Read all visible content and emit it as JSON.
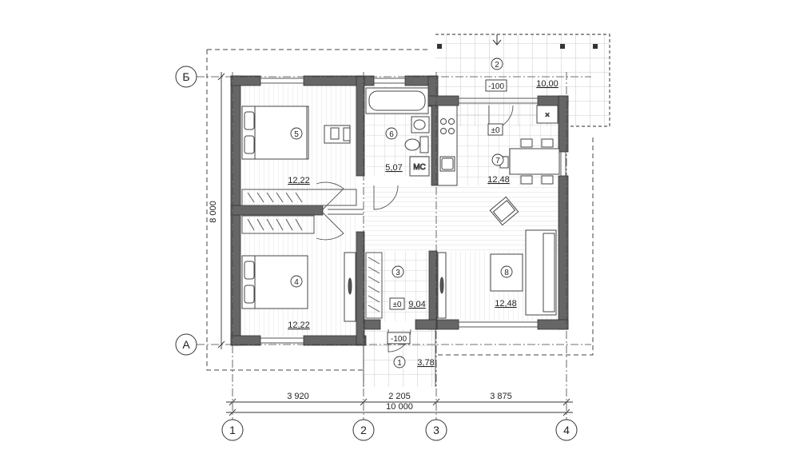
{
  "axes": {
    "horizontal": [
      "Б",
      "А"
    ],
    "vertical": [
      "1",
      "2",
      "3",
      "4"
    ]
  },
  "dimensions": {
    "overall_height": "8 000",
    "seg_1_2": "3 920",
    "seg_2_3": "2 205",
    "seg_3_4": "3 875",
    "overall_width": "10 000"
  },
  "rooms": [
    {
      "num": "1",
      "area": "3,78"
    },
    {
      "num": "2",
      "area": "10,00"
    },
    {
      "num": "3",
      "area": "9,04"
    },
    {
      "num": "4",
      "area": "12,22"
    },
    {
      "num": "5",
      "area": "12,22"
    },
    {
      "num": "6",
      "area": "5,07"
    },
    {
      "num": "7",
      "area": "12,48"
    },
    {
      "num": "8",
      "area": "12,48"
    }
  ],
  "levels": {
    "terrace": "-100",
    "kitchen": "±0",
    "hall": "±0",
    "porch": "-100"
  },
  "fixtures": {
    "toilet_tag": "МС"
  },
  "colors": {
    "wall": "#666666",
    "line": "#333333"
  }
}
